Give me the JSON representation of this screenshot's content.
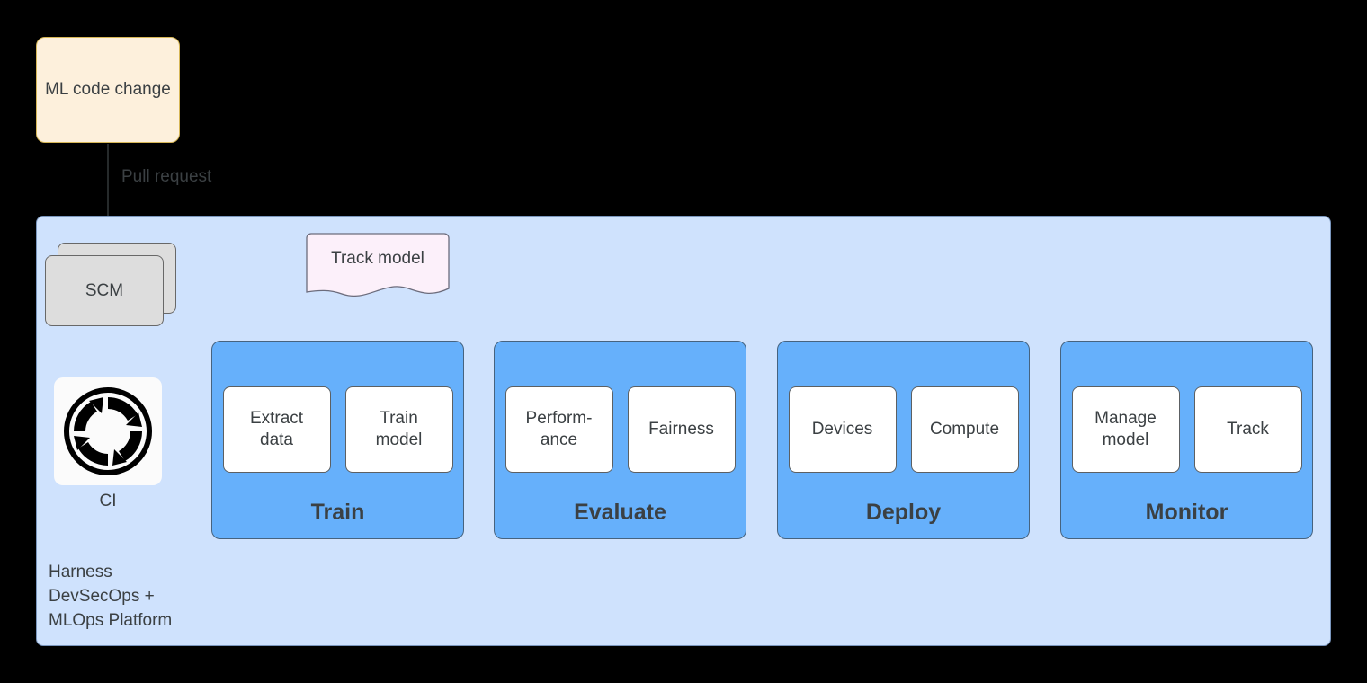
{
  "diagram": {
    "title_nodes": {
      "ml_code_change": "ML code change",
      "scm": "SCM",
      "ci": "CI",
      "track_model_note": "Track model"
    },
    "edges": {
      "pull_request_label": "Pull request"
    },
    "platform": {
      "caption": "Harness\nDevSecOps +\nMLOps Platform"
    },
    "stages": [
      {
        "id": "train",
        "label": "Train",
        "items": [
          "Extract\ndata",
          "Train\nmodel"
        ]
      },
      {
        "id": "evaluate",
        "label": "Evaluate",
        "items": [
          "Perform-\nance",
          "Fairness"
        ]
      },
      {
        "id": "deploy",
        "label": "Deploy",
        "items": [
          "Devices",
          "Compute"
        ]
      },
      {
        "id": "monitor",
        "label": "Monitor",
        "items": [
          "Manage\nmodel",
          "Track"
        ]
      }
    ],
    "icons": {
      "ci": "continuous-integration-cycle-icon"
    },
    "colors": {
      "background": "#000000",
      "platform_fill": "#cfe2fd",
      "platform_stroke": "#7a96bd",
      "stage_fill": "#66b0fb",
      "stage_stroke": "#46637f",
      "sub_box_fill": "#ffffff",
      "sub_box_stroke": "#5c6063",
      "code_change_fill": "#fdf0dc",
      "code_change_stroke": "#d6b656",
      "scm_fill": "#dddddd",
      "scm_stroke": "#686868",
      "note_fill": "#fcf0fa",
      "note_stroke": "#6c6c7c",
      "text": "#3b4043",
      "edge": "#2f3436"
    }
  }
}
